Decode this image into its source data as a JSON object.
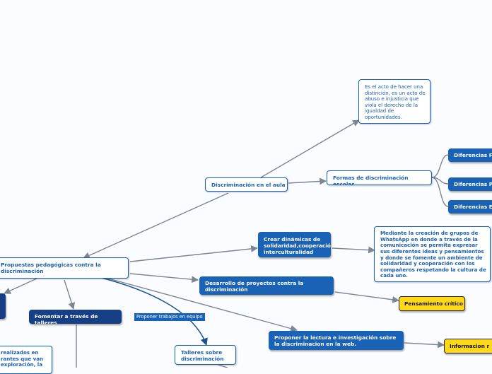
{
  "map": {
    "root": "Propuestas pedagógicas contra la discriminación",
    "aula": "Discriminación en el aula",
    "definicion": "Es el acto de hacer una distinción, es un acto de abuso e injusticia que viola el derecho de la igualdad de oportunidades.",
    "formas": "Formas de discriminación escolar",
    "dif1": "Diferencias Fí",
    "dif2": "Diferencias Ps",
    "dif3": "Diferencias Ec",
    "dinamicas": "Crear dinámicas de solidaridad,cooperación, interculturalidad",
    "whatsapp": "Mediante la creación de grupos de WhatsApp en donde a través de la comunicación se permita expresar sus diferentes ideas y pensamientos y donde se fomente un ambiente de solidaridad y cooperación con los compañeros respetando la cultura de cada uno.",
    "proyectos": "Desarrollo de proyectos contra la discriminación",
    "pensamiento": "Pensamiento crítico",
    "lectura": "Proponer la lectura e investigación sobre la discriminacion en la web.",
    "informacion": "Informacion r",
    "talleres": "Fomentar a través de talleres",
    "equipo": "Proponer trabajos en equipo",
    "talleres_sobre": "Talleres sobre discriminación",
    "bottom_left": "realizados en rantes que van exploración, la"
  },
  "colors": {
    "blue": "#1a62b5",
    "dark_blue": "#163f86",
    "yellow": "#ffd817",
    "line": "#7d8590"
  }
}
